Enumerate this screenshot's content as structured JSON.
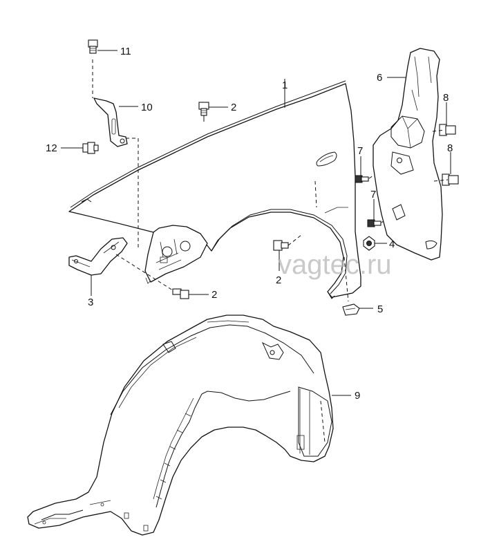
{
  "diagram": {
    "watermark": "vagtec.ru",
    "callouts": {
      "c1": "1",
      "c2a": "2",
      "c2b": "2",
      "c2c": "2",
      "c3": "3",
      "c4": "4",
      "c5": "5",
      "c6": "6",
      "c7a": "7",
      "c7b": "7",
      "c8a": "8",
      "c8b": "8",
      "c9": "9",
      "c10": "10",
      "c11": "11",
      "c12": "12"
    }
  }
}
